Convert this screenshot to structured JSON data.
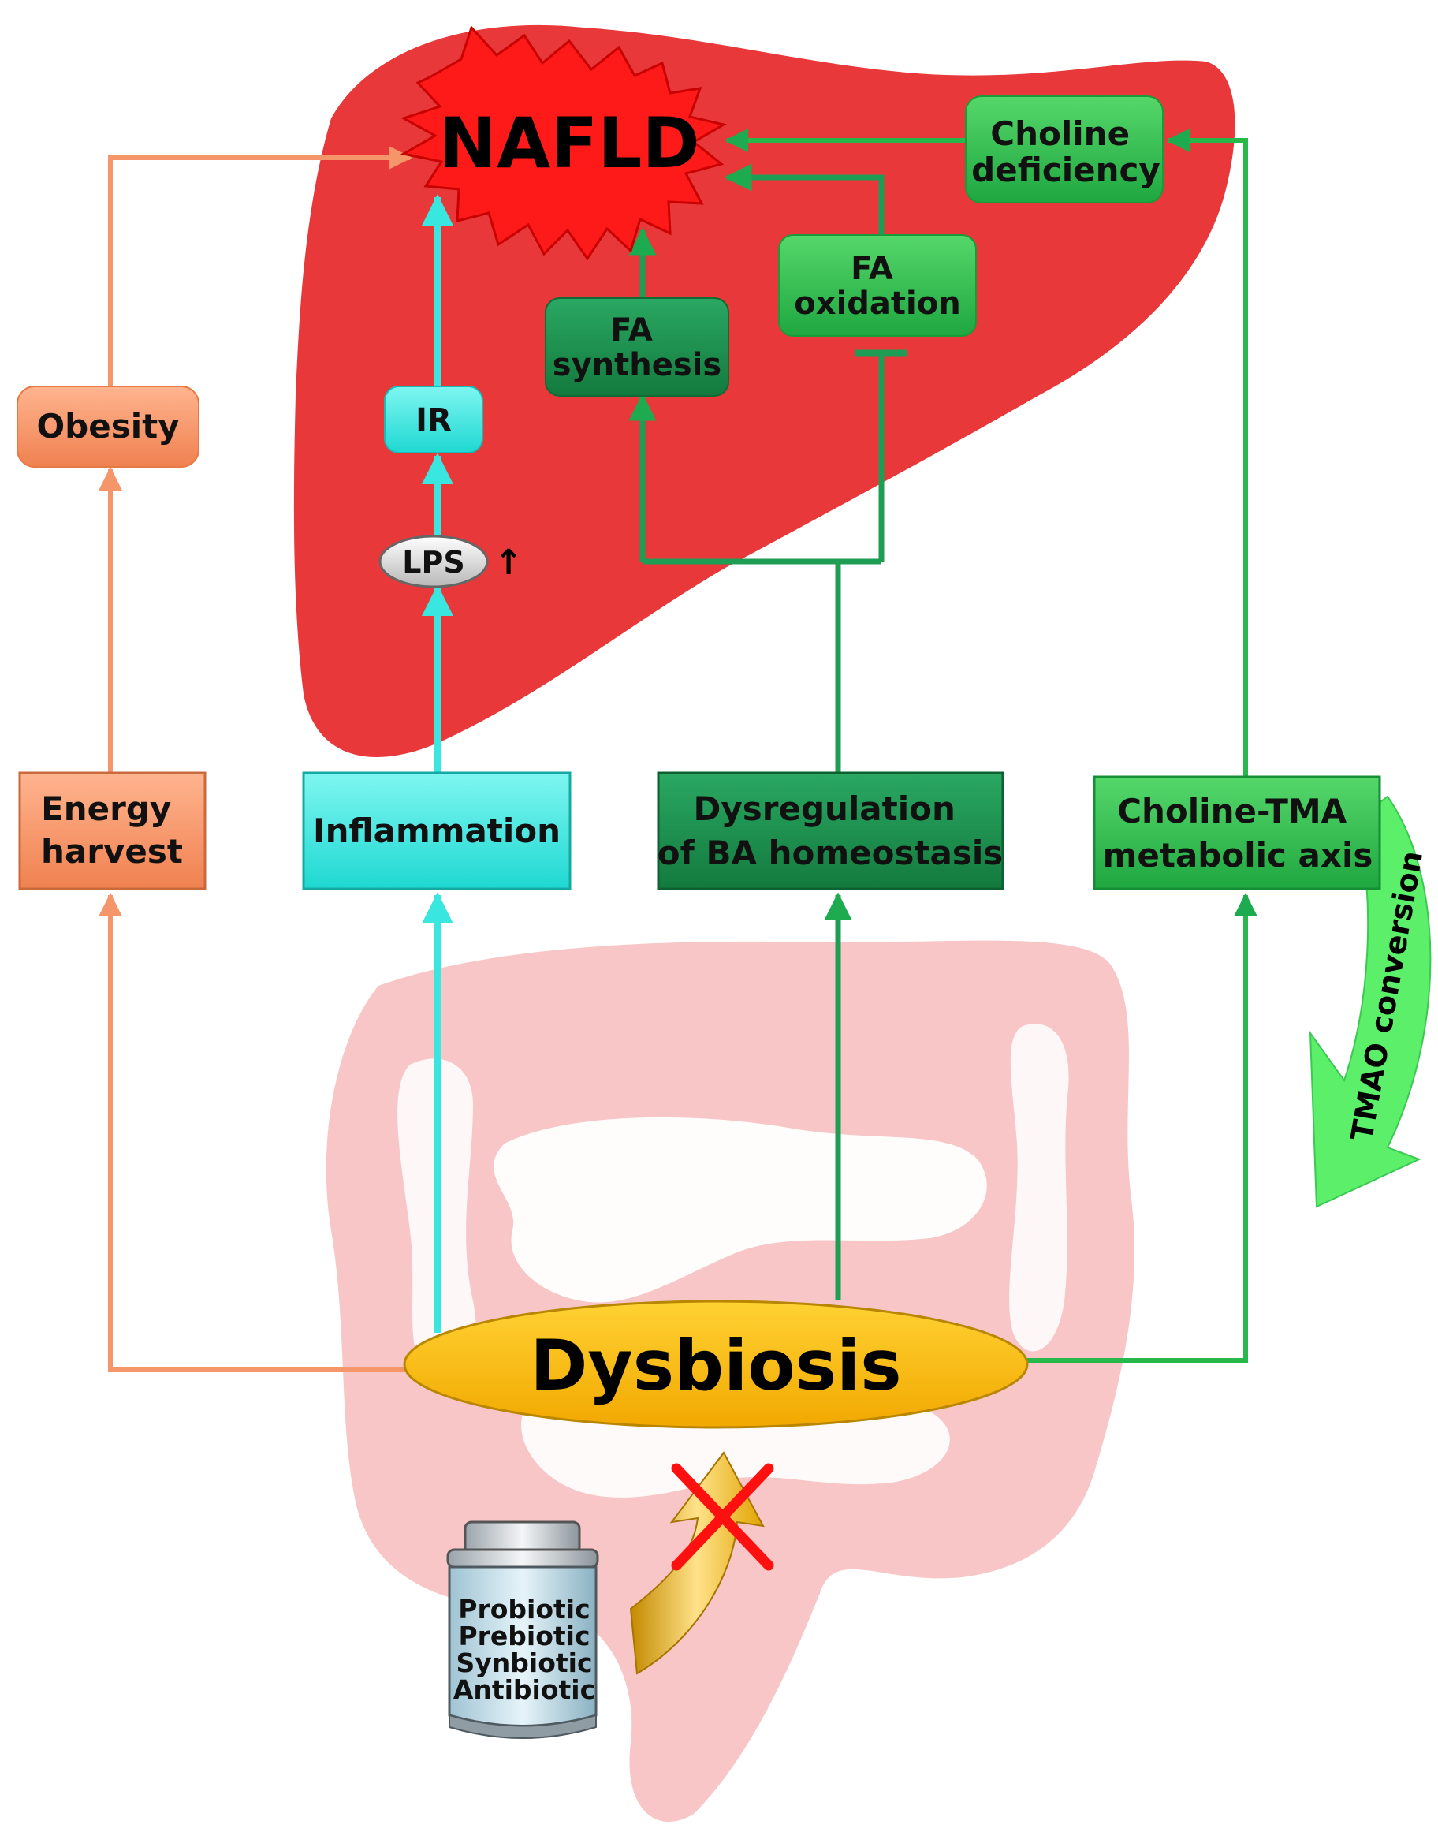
{
  "diagram": {
    "center": {
      "top": "NAFLD",
      "bottom": "Dysbiosis"
    },
    "pathways": {
      "energy": {
        "source": "Energy harvest",
        "mid": "Obesity",
        "color": "#f5956a"
      },
      "inflammation": {
        "source": "Inflammation",
        "lps": "LPS",
        "lps_arrow": "↑",
        "ir": "IR",
        "color": "#39e6e0"
      },
      "bile_acid": {
        "source": "Dysregulation of BA homeostasis",
        "fa_synthesis": "FA synthesis",
        "fa_oxidation": "FA oxidation",
        "color": "#1e9e55"
      },
      "choline": {
        "source": "Choline-TMA metabolic axis",
        "deficiency": "Choline deficiency",
        "conversion": "TMAO conversion",
        "color": "#28b84a"
      }
    },
    "treatment": {
      "items": [
        "Probiotic",
        "Prebiotic",
        "Synbiotic",
        "Antibiotic"
      ]
    },
    "colors": {
      "liver": "#e8383a",
      "gut": "#f8c6c6",
      "dysbiosis": "#f7b800",
      "nafld": "#ff1a1a"
    }
  }
}
